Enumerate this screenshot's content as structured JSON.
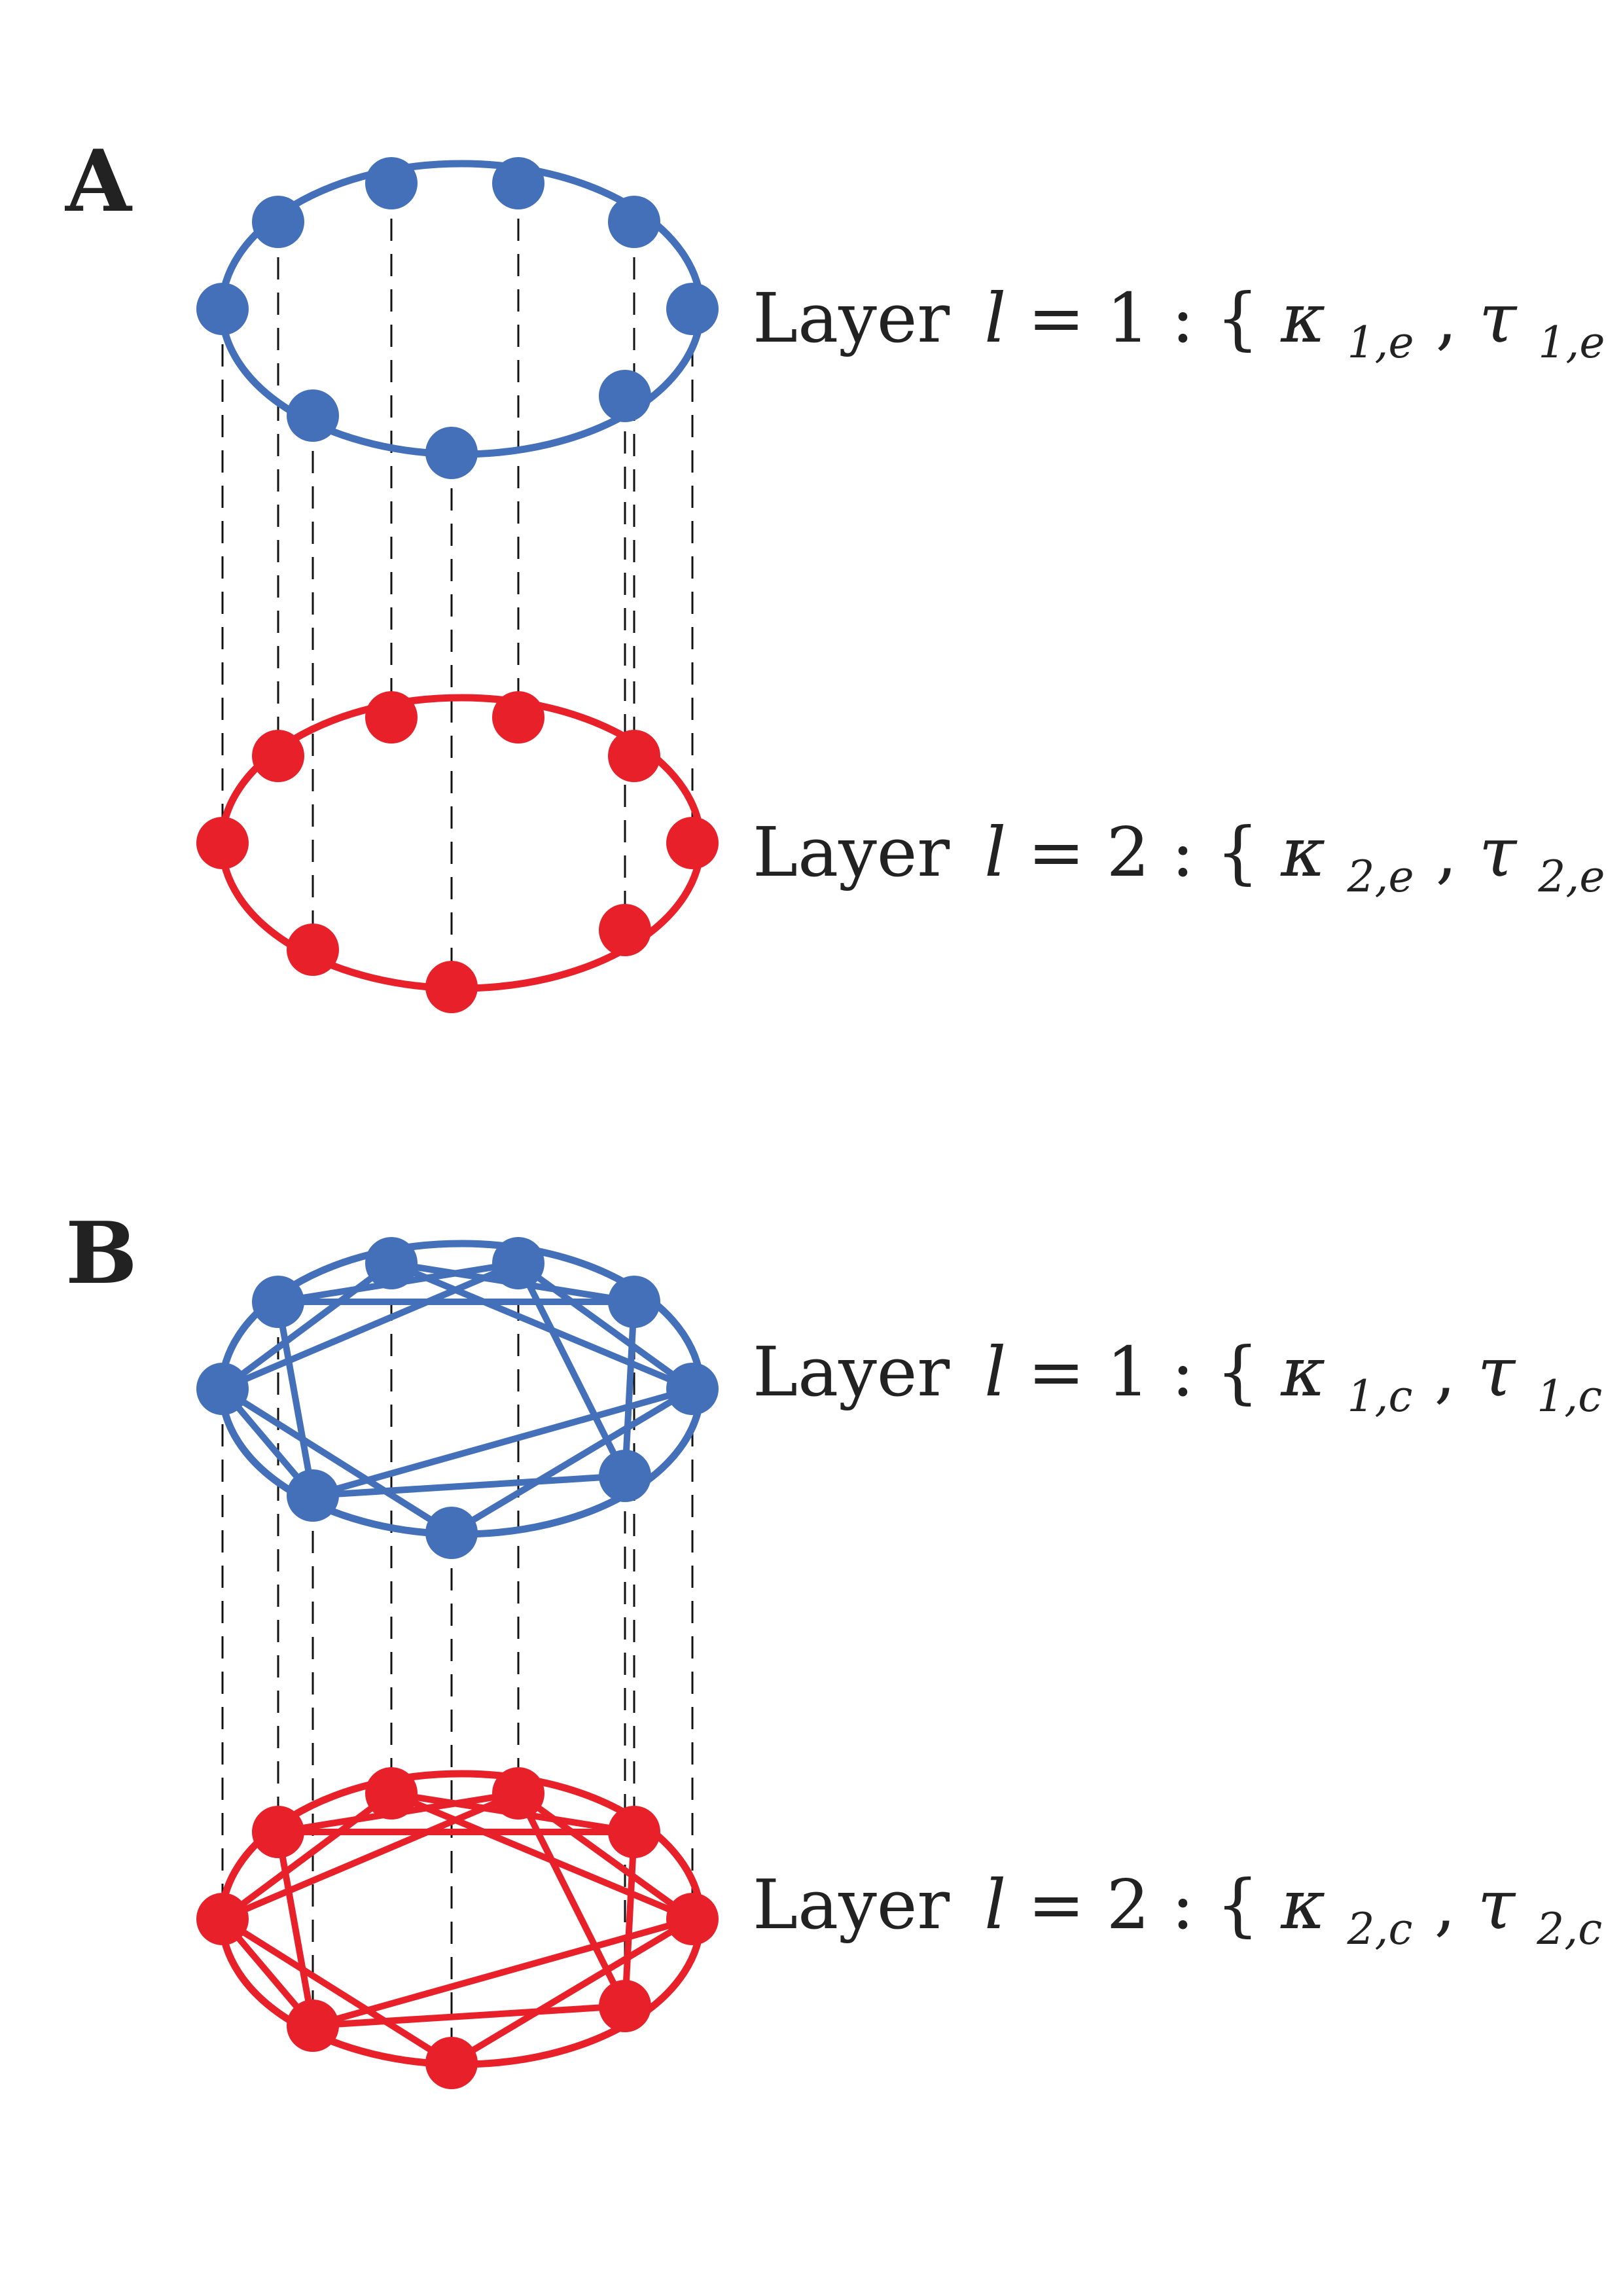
{
  "colors": {
    "layer1": "#4370b8",
    "layer2": "#e8202a",
    "dashed": "#111111",
    "text": "#222222"
  },
  "panels": [
    {
      "id": "A",
      "label": "A",
      "layers": [
        {
          "word": "Layer",
          "var": "l",
          "eq": " = 1 : {",
          "k": "κ",
          "ksub": "1,e",
          "sep": ", ",
          "t": "τ",
          "tsub": "1,e",
          "close": "}"
        },
        {
          "word": "Layer",
          "var": "l",
          "eq": " = 2 : {",
          "k": "κ",
          "ksub": "2,e",
          "sep": ", ",
          "t": "τ",
          "tsub": "2,e",
          "close": "}"
        }
      ],
      "chords": []
    },
    {
      "id": "B",
      "label": "B",
      "layers": [
        {
          "word": "Layer",
          "var": "l",
          "eq": " = 1 : {",
          "k": "κ",
          "ksub": "1,c",
          "sep": ", ",
          "t": "τ",
          "tsub": "1,c",
          "close": "}"
        },
        {
          "word": "Layer",
          "var": "l",
          "eq": " = 2 : {",
          "k": "κ",
          "ksub": "2,c",
          "sep": ", ",
          "t": "τ",
          "tsub": "2,c",
          "close": "}"
        }
      ],
      "chords": [
        [
          0,
          2
        ],
        [
          0,
          3
        ],
        [
          1,
          3
        ],
        [
          1,
          4
        ],
        [
          2,
          4
        ],
        [
          2,
          5
        ],
        [
          3,
          5
        ],
        [
          3,
          6
        ],
        [
          4,
          6
        ],
        [
          5,
          7
        ],
        [
          5,
          8
        ],
        [
          6,
          8
        ],
        [
          6,
          9
        ],
        [
          7,
          9
        ],
        [
          7,
          0
        ],
        [
          8,
          0
        ],
        [
          8,
          1
        ],
        [
          9,
          1
        ],
        [
          9,
          2
        ]
      ]
    }
  ],
  "node_count": 10
}
